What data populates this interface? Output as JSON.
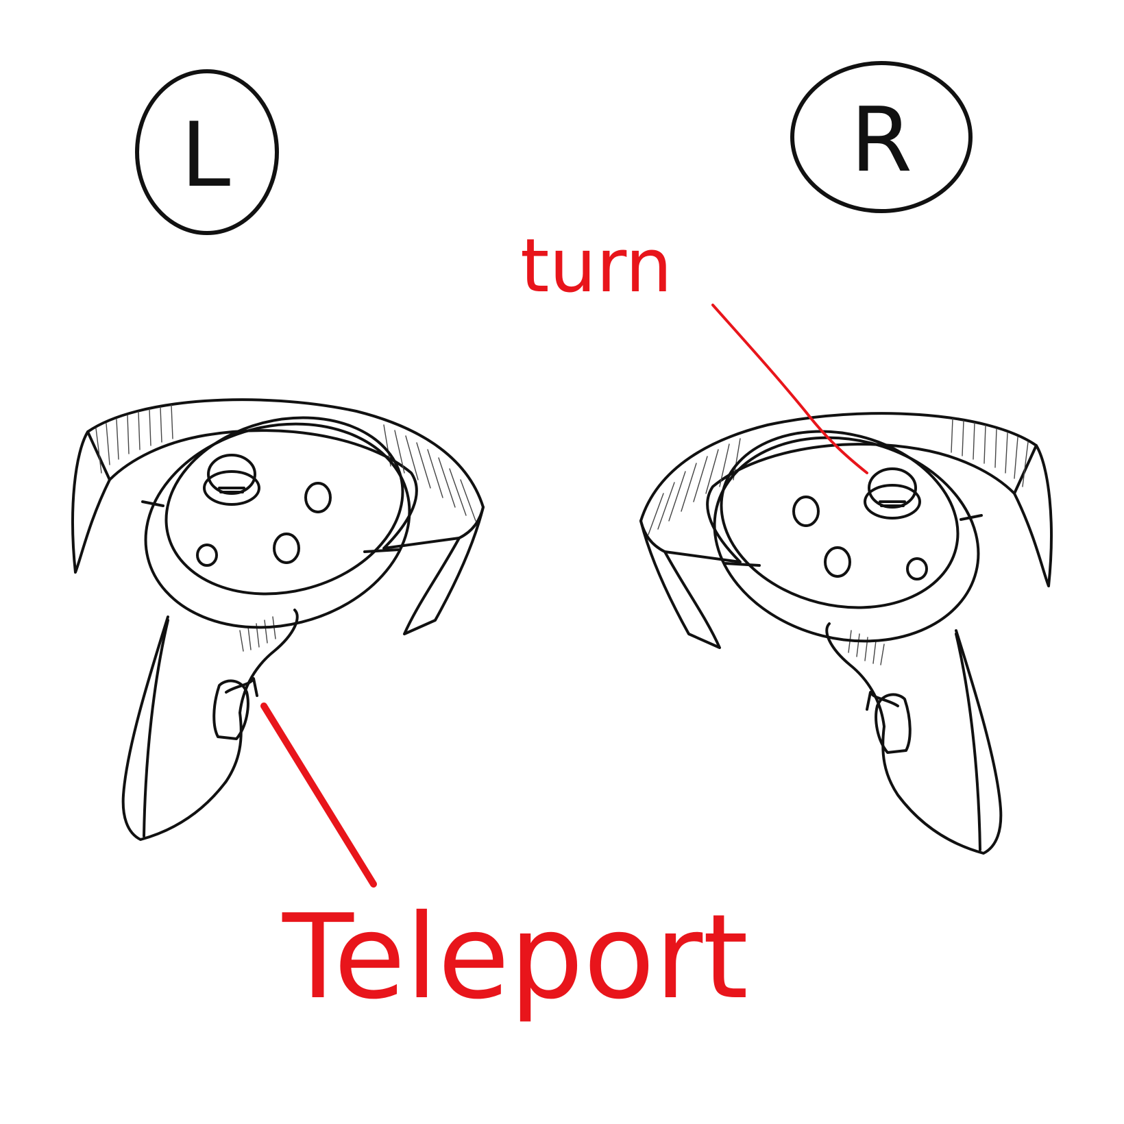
{
  "badges": {
    "left": "L",
    "right": "R"
  },
  "callouts": {
    "turn": "turn",
    "teleport": "Teleport"
  },
  "colors": {
    "ink": "#111111",
    "annotation": "#e8151b"
  },
  "controllers": {
    "left": {
      "side": "left",
      "icon": "vr-controller-icon"
    },
    "right": {
      "side": "right",
      "icon": "vr-controller-icon"
    }
  }
}
